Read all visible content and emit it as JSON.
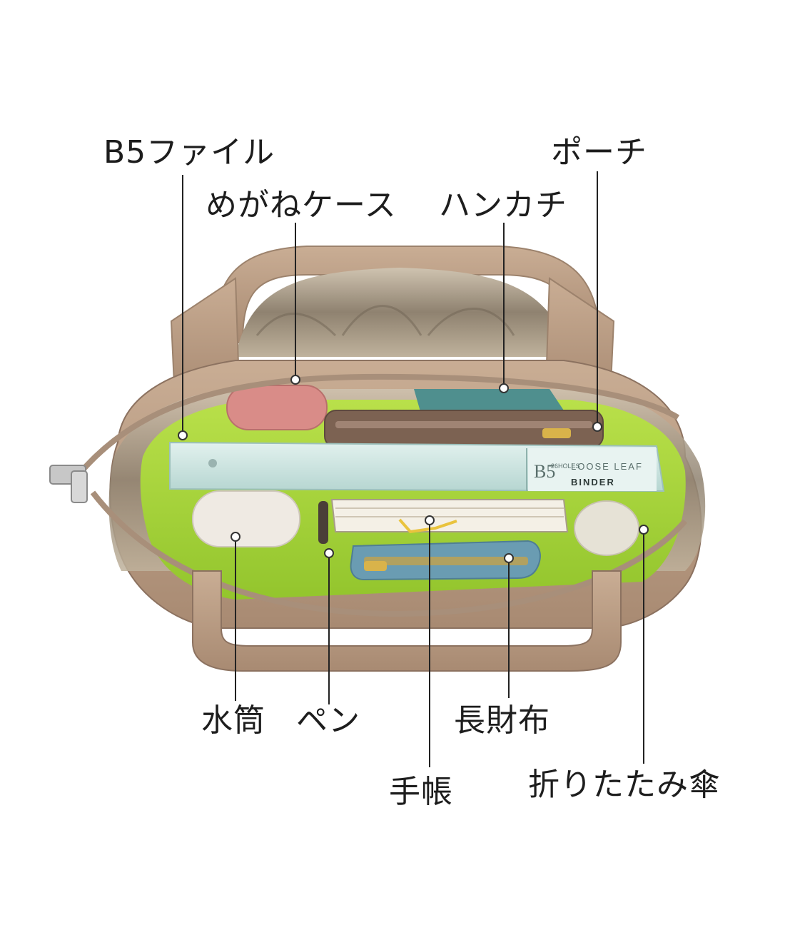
{
  "labels": {
    "b5_file": "B5ファイル",
    "glasses_case": "めがねケース",
    "handkerchief": "ハンカチ",
    "pouch": "ポーチ",
    "water_bottle": "水筒",
    "pen": "ペン",
    "long_wallet": "長財布",
    "planner": "手帳",
    "folding_umbrella": "折りたたみ傘"
  },
  "binder_text": {
    "size": "B5",
    "code": "26HOLES",
    "title_1": "LOOSE LEAF",
    "title_2": "BINDER"
  },
  "colors": {
    "bag_beige": "#b89a80",
    "bag_shadow": "#8c7260",
    "lining_green": "#a6d63a",
    "file_mint": "#cfe6e2",
    "case_pink": "#d98c88",
    "wallet_blue": "#6a9cb2",
    "pouch_brown": "#7c6252"
  }
}
